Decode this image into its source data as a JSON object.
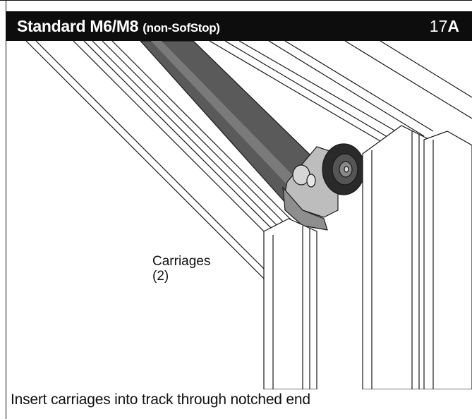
{
  "header": {
    "title_main": "Standard M6/M8",
    "title_sub": "(non-SofStop)",
    "step_number": "17",
    "step_letter": "A"
  },
  "callout": {
    "line1": "Carriages",
    "line2": "(2)"
  },
  "caption": "Insert carriages into track through notched end",
  "colors": {
    "header_bg": "#0d0d0d",
    "header_text": "#ffffff",
    "track_dark": "#5a5a5a",
    "carriage_gray": "#bdbdbd",
    "line": "#1a1a1a"
  }
}
